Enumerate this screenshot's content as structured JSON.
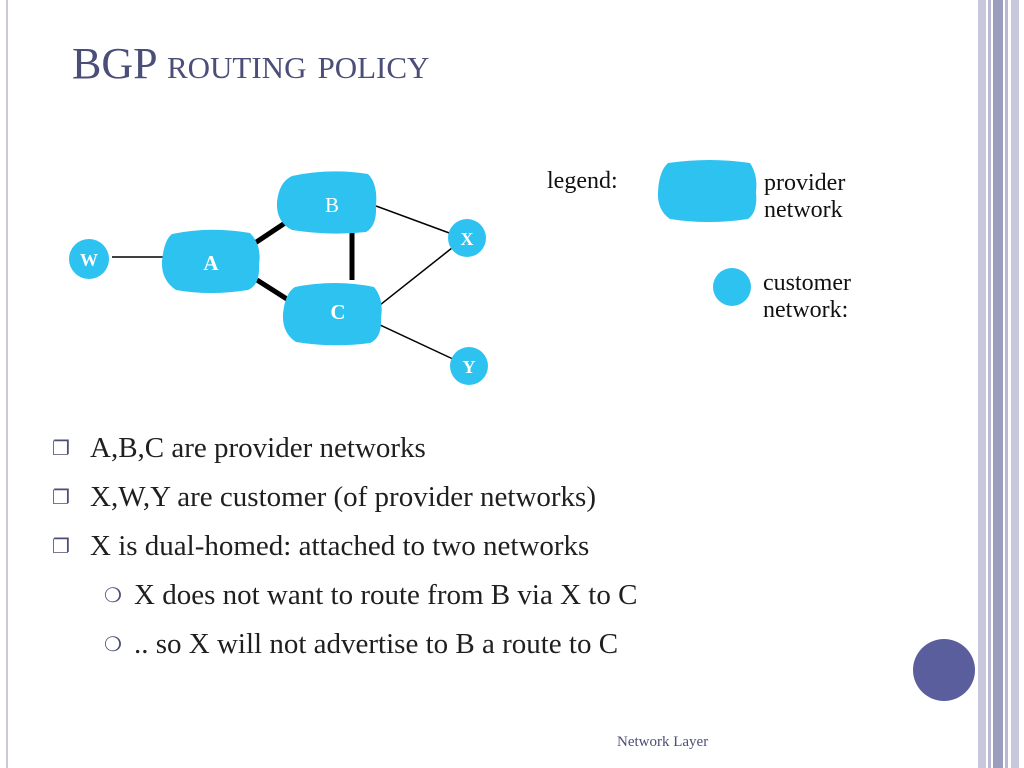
{
  "slide": {
    "title_main": "BGP",
    "title_rest": "routing policy",
    "footer": "Network Layer"
  },
  "diagram": {
    "providers": [
      "A",
      "B",
      "C"
    ],
    "customers": [
      "W",
      "X",
      "Y"
    ],
    "links": [
      {
        "from": "W",
        "to": "A",
        "kind": "thin"
      },
      {
        "from": "A",
        "to": "B",
        "kind": "thick"
      },
      {
        "from": "A",
        "to": "C",
        "kind": "thick"
      },
      {
        "from": "B",
        "to": "C",
        "kind": "thick"
      },
      {
        "from": "B",
        "to": "X",
        "kind": "thin"
      },
      {
        "from": "C",
        "to": "X",
        "kind": "thin"
      },
      {
        "from": "C",
        "to": "Y",
        "kind": "thin"
      }
    ]
  },
  "legend": {
    "label": "legend:",
    "provider_line1": "provider",
    "provider_line2": "network",
    "customer_line1": "customer",
    "customer_line2": "network:"
  },
  "bullets": [
    {
      "level": 1,
      "text": "A,B,C are provider networks"
    },
    {
      "level": 1,
      "text": "X,W,Y are customer (of provider networks)"
    },
    {
      "level": 1,
      "text": "X is dual-homed: attached to two networks"
    },
    {
      "level": 2,
      "text": "X does not want to route from B via X to C"
    },
    {
      "level": 2,
      "text": ".. so X will not advertise to B a route to C"
    }
  ],
  "colors": {
    "node_fill": "#2ec2f0",
    "title": "#4b4e78",
    "accent_circle": "#5b5e9c",
    "frame": "#c9c9de"
  }
}
